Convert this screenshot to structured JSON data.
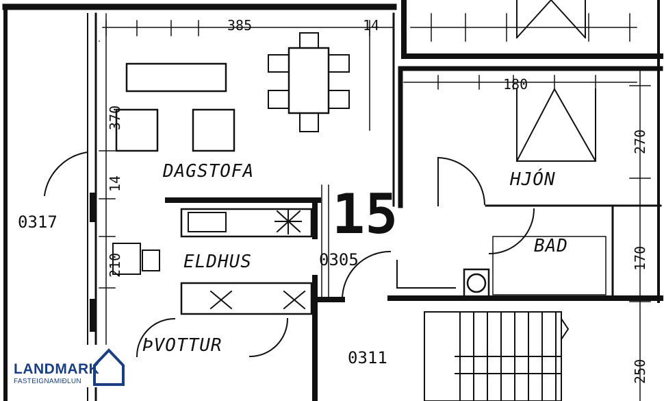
{
  "rooms": {
    "dagstofa": "DAGSTOFA",
    "eldhus": "ELDHUS",
    "thvottur": "ÞVOTTUR",
    "hjon": "HJÓN",
    "bad": "BAD",
    "stairs_no": "15"
  },
  "units": {
    "left": "0317",
    "center": "0305",
    "bottom": "0311"
  },
  "dimensions": {
    "top_width": "385",
    "top_right_width": "180",
    "left_370": "370",
    "left_14": "14",
    "left_210": "210",
    "right_270": "270",
    "right_170": "170",
    "right_250": "250",
    "top_14": "14"
  },
  "logo": {
    "name": "LANDMARK",
    "subtitle": "FASTEIGNAMIÐLUN",
    "color": "#1a3e82"
  }
}
